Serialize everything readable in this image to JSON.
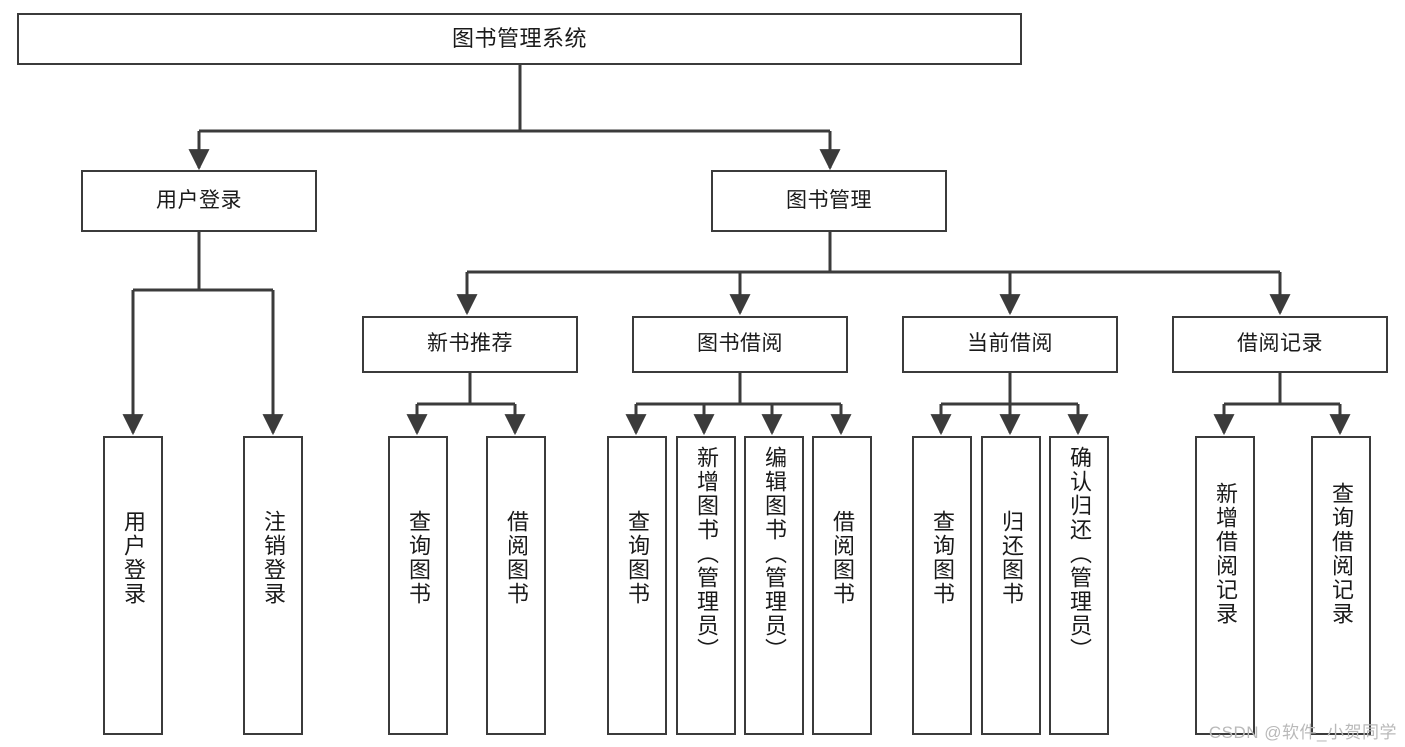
{
  "diagram": {
    "title": "图书管理系统",
    "type": "hierarchy-tree",
    "watermark": "CSDN @软件_小贺同学",
    "root": {
      "label": "图书管理系统"
    },
    "level1": [
      {
        "label": "用户登录"
      },
      {
        "label": "图书管理"
      }
    ],
    "level2": [
      {
        "label": "新书推荐"
      },
      {
        "label": "图书借阅"
      },
      {
        "label": "当前借阅"
      },
      {
        "label": "借阅记录"
      }
    ],
    "leaves": {
      "user_login": [
        {
          "label": "用户登录"
        },
        {
          "label": "注销登录"
        }
      ],
      "new_book": [
        {
          "label": "查询图书"
        },
        {
          "label": "借阅图书"
        }
      ],
      "book_borrow": [
        {
          "label": "查询图书"
        },
        {
          "label": "新增图书（管理员）"
        },
        {
          "label": "编辑图书（管理员）"
        },
        {
          "label": "借阅图书"
        }
      ],
      "current_borrow": [
        {
          "label": "查询图书"
        },
        {
          "label": "归还图书"
        },
        {
          "label": "确认归还（管理员）"
        }
      ],
      "borrow_record": [
        {
          "label": "新增借阅记录"
        },
        {
          "label": "查询借阅记录"
        }
      ]
    },
    "colors": {
      "stroke": "#3b3b3b",
      "fill": "#ffffff",
      "text": "#1a1a1a",
      "watermark": "#b9b9b9"
    }
  }
}
